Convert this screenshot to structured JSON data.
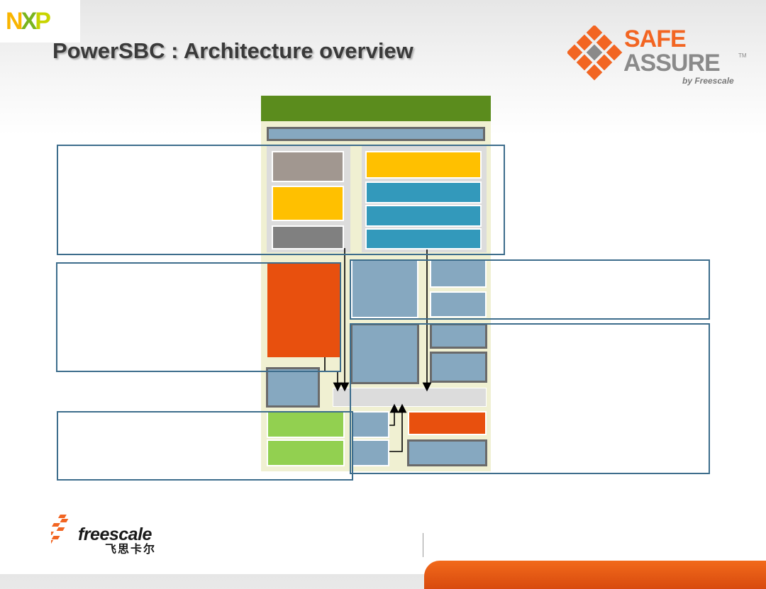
{
  "header": {
    "nxp_logo": {
      "n": "N",
      "x": "X",
      "p": "P"
    },
    "title": "PowerSBC : Architecture overview"
  },
  "safeassure_logo": {
    "safe": "SAFE",
    "assure": "ASSURE",
    "tm": "TM",
    "by": "by Freescale"
  },
  "footer": {
    "brand": "freescale",
    "brand_cn": "飞思卡尔"
  },
  "colors": {
    "header_green": "#5b8c1d",
    "panel_bg": "#f0f0d2",
    "steel_blue": "#86a8c0",
    "teal": "#3399bb",
    "yellow": "#ffc000",
    "orange_red": "#e8500e",
    "green": "#92d050",
    "gray": "#a19790",
    "dark_gray": "#808080",
    "light_gray": "#dcdcdc",
    "outline_blue": "#3d6d8c"
  },
  "icons": [
    "nxp-logo",
    "safeassure-diamond-logo",
    "freescale-logo"
  ]
}
